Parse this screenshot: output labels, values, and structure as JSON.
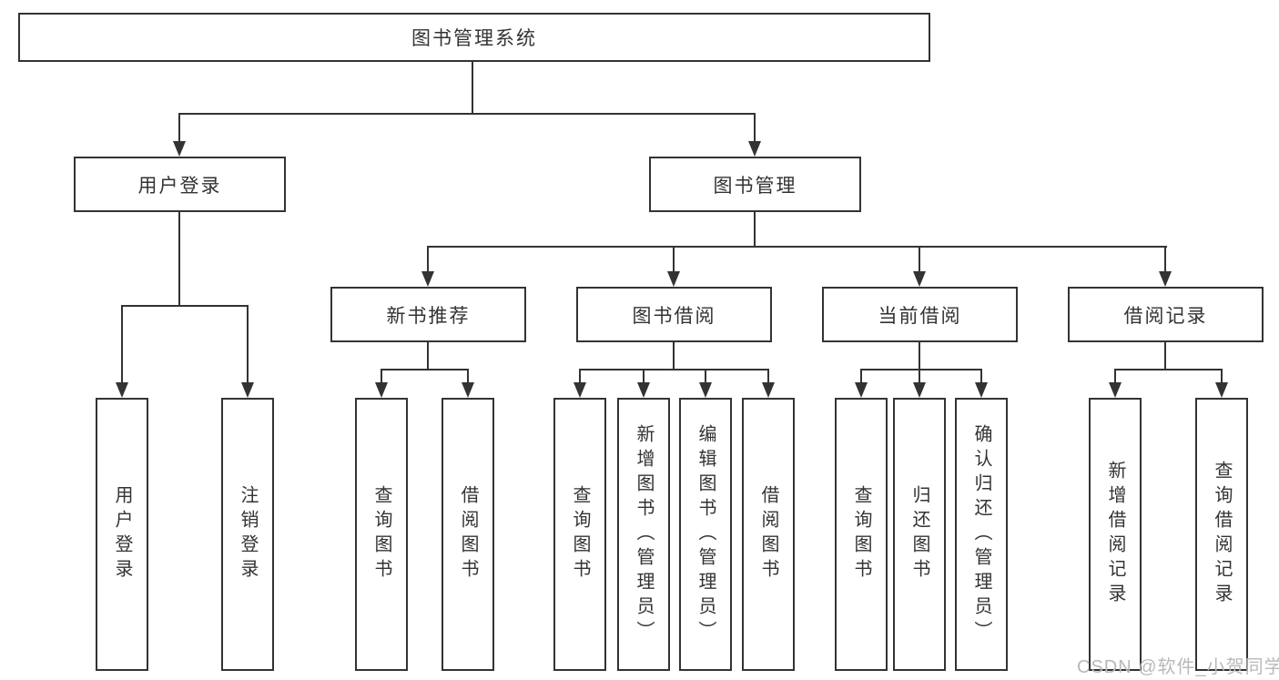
{
  "diagram": {
    "root": {
      "label": "图书管理系统"
    },
    "level2": [
      {
        "label": "用户登录"
      },
      {
        "label": "图书管理"
      }
    ],
    "level3": [
      {
        "label": "新书推荐"
      },
      {
        "label": "图书借阅"
      },
      {
        "label": "当前借阅"
      },
      {
        "label": "借阅记录"
      }
    ],
    "leaves": {
      "login": [
        "用户登录",
        "注销登录"
      ],
      "recommend": [
        "查询图书",
        "借阅图书"
      ],
      "borrow": [
        "查询图书",
        "新增图书（管理员）",
        "编辑图书（管理员）",
        "借阅图书"
      ],
      "current": [
        "查询图书",
        "归还图书",
        "确认归还（管理员）"
      ],
      "records": [
        "新增借阅记录",
        "查询借阅记录"
      ]
    },
    "watermark": "CSDN @软件_小贺同学",
    "colors": {
      "line": "#333333",
      "text": "#333333",
      "background": "#ffffff",
      "watermark": "#b9b9b9"
    }
  }
}
